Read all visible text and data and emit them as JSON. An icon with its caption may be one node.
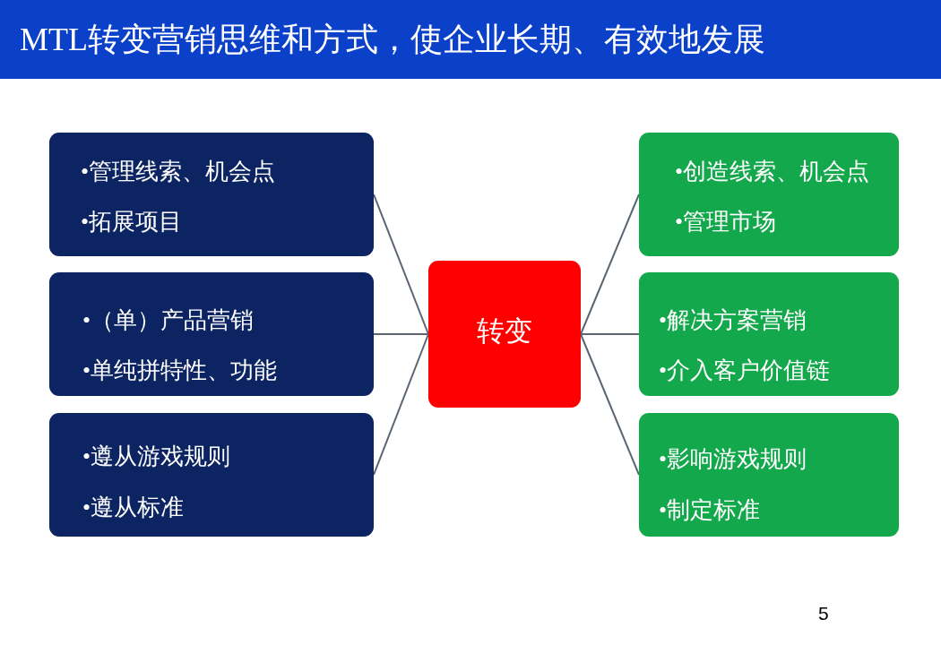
{
  "diagram": {
    "title": "MTL转变营销思维和方式，使企业长期、有效地发展",
    "nodes": [
      {
        "text": [
          "•管理线索、机会点",
          "•拓展项目"
        ]
      },
      {
        "text": [
          "•（单）产品营销",
          "•单纯拼特性、功能"
        ]
      },
      {
        "text": [
          "•遵从游戏规则",
          "•遵从标准"
        ]
      },
      {
        "text": [
          "转变"
        ]
      },
      {
        "text": [
          "•创造线索、机会点",
          "•管理市场"
        ]
      },
      {
        "text": [
          "•解决方案营销",
          "•介入客户价值链"
        ]
      },
      {
        "text": [
          "•影响游戏规则",
          "•制定标准"
        ]
      }
    ],
    "edges": [
      {
        "from": 0,
        "to": 3,
        "arrow": "none"
      },
      {
        "from": 1,
        "to": 3,
        "arrow": "none"
      },
      {
        "from": 2,
        "to": 3,
        "arrow": "none"
      },
      {
        "from": 3,
        "to": 4,
        "arrow": "none"
      },
      {
        "from": 3,
        "to": 5,
        "arrow": "none"
      },
      {
        "from": 3,
        "to": 6,
        "arrow": "none"
      }
    ],
    "labels": [
      "5"
    ]
  }
}
